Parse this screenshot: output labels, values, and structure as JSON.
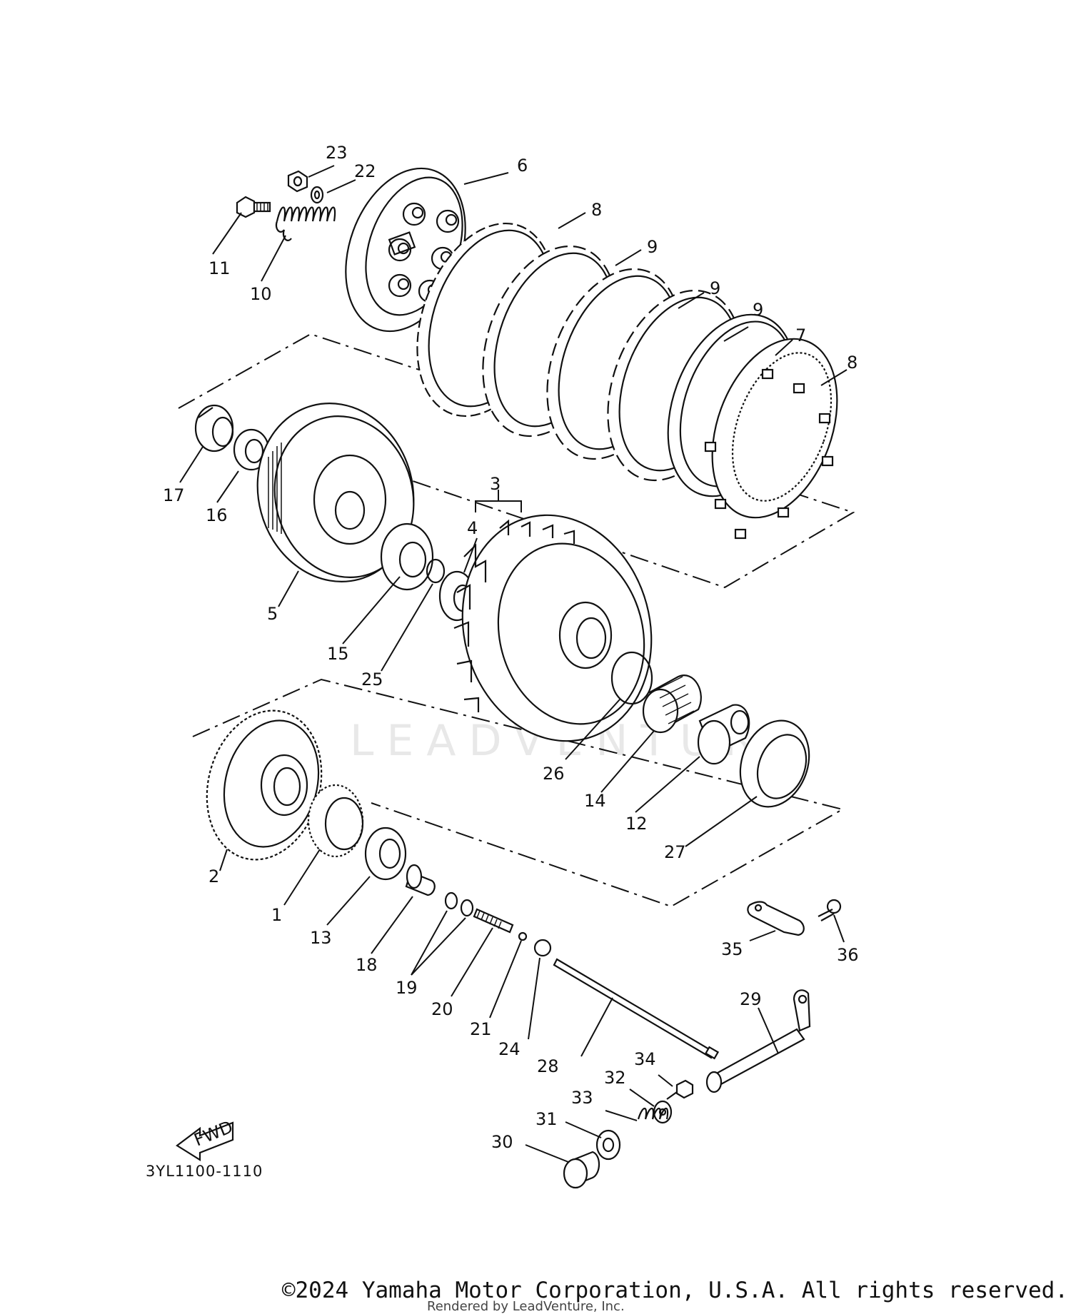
{
  "diagram": {
    "code": "3YL1100-1110",
    "fwd_label": "FWD",
    "watermark": "LEADVENTURE",
    "callouts": [
      "23",
      "22",
      "6",
      "11",
      "10",
      "8",
      "9",
      "9",
      "9",
      "7",
      "8",
      "17",
      "16",
      "3",
      "4",
      "5",
      "15",
      "25",
      "26",
      "14",
      "12",
      "27",
      "2",
      "1",
      "13",
      "18",
      "19",
      "20",
      "21",
      "24",
      "28",
      "35",
      "36",
      "29",
      "34",
      "32",
      "33",
      "31",
      "30"
    ]
  },
  "footer": {
    "copyright": "©2024 Yamaha Motor Corporation, U.S.A. All rights reserved.",
    "rendered_by": "Rendered by LeadVenture, Inc."
  }
}
